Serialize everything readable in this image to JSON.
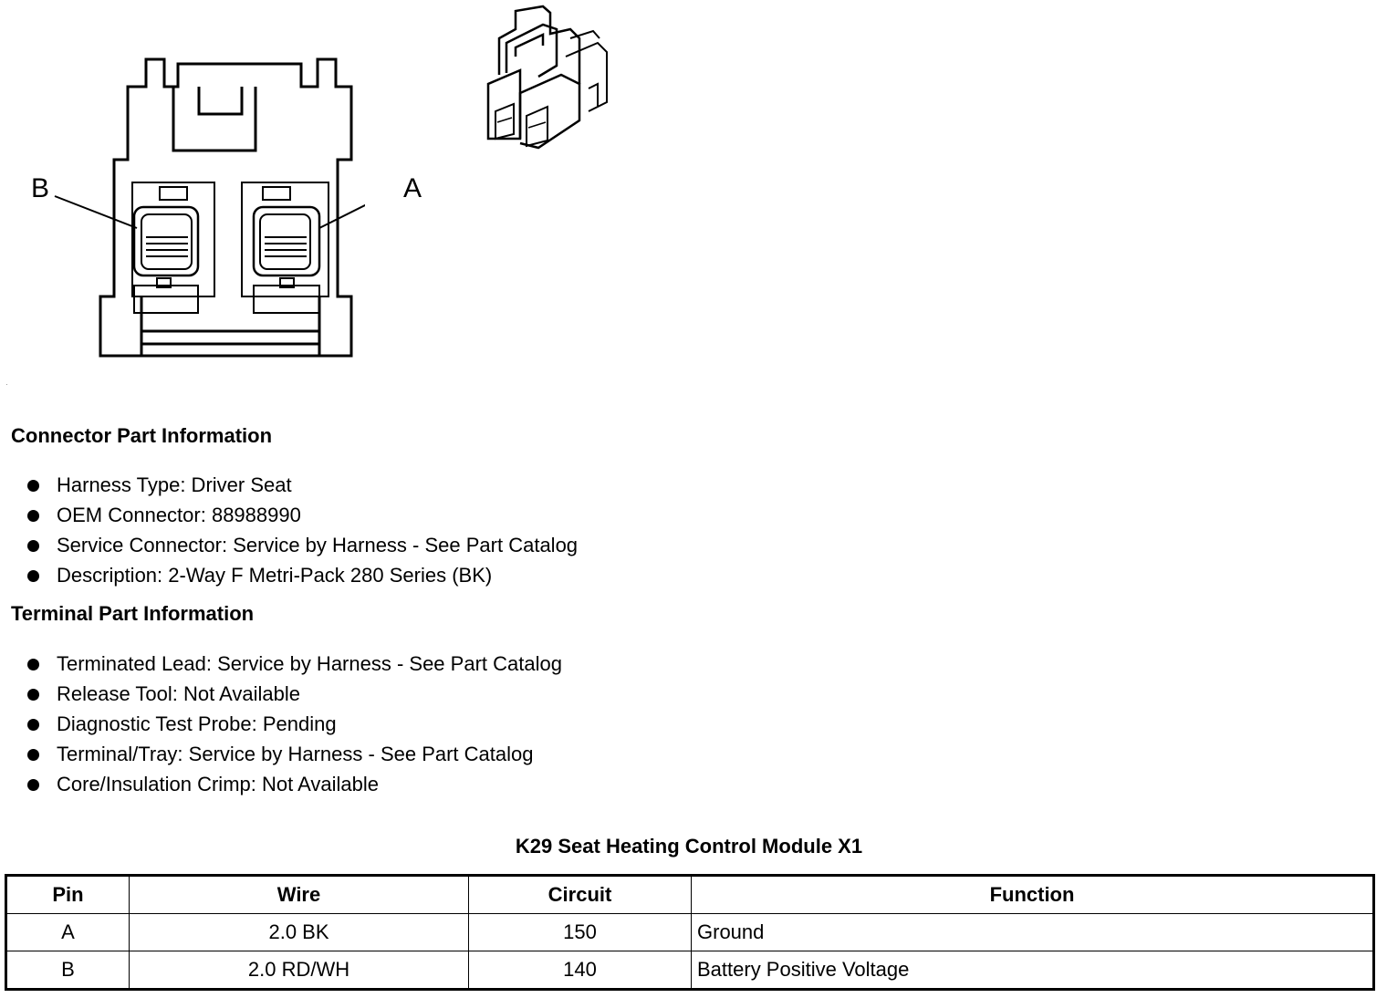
{
  "diagram": {
    "pin_labels": {
      "left": "B",
      "right": "A"
    }
  },
  "connector_section": {
    "title": "Connector Part Information",
    "items": [
      "Harness Type: Driver Seat",
      "OEM Connector: 88988990",
      "Service Connector: Service by Harness - See Part Catalog",
      "Description: 2-Way F Metri-Pack 280 Series (BK)"
    ]
  },
  "terminal_section": {
    "title": "Terminal Part Information",
    "items": [
      "Terminated Lead: Service by Harness - See Part Catalog",
      "Release Tool: Not Available",
      "Diagnostic Test Probe: Pending",
      "Terminal/Tray: Service by Harness - See Part Catalog",
      "Core/Insulation Crimp: Not Available"
    ]
  },
  "table": {
    "title": "K29 Seat Heating Control Module X1",
    "headers": [
      "Pin",
      "Wire",
      "Circuit",
      "Function"
    ],
    "rows": [
      [
        "A",
        "2.0 BK",
        "150",
        "Ground"
      ],
      [
        "B",
        "2.0 RD/WH",
        "140",
        "Battery Positive Voltage"
      ]
    ]
  }
}
